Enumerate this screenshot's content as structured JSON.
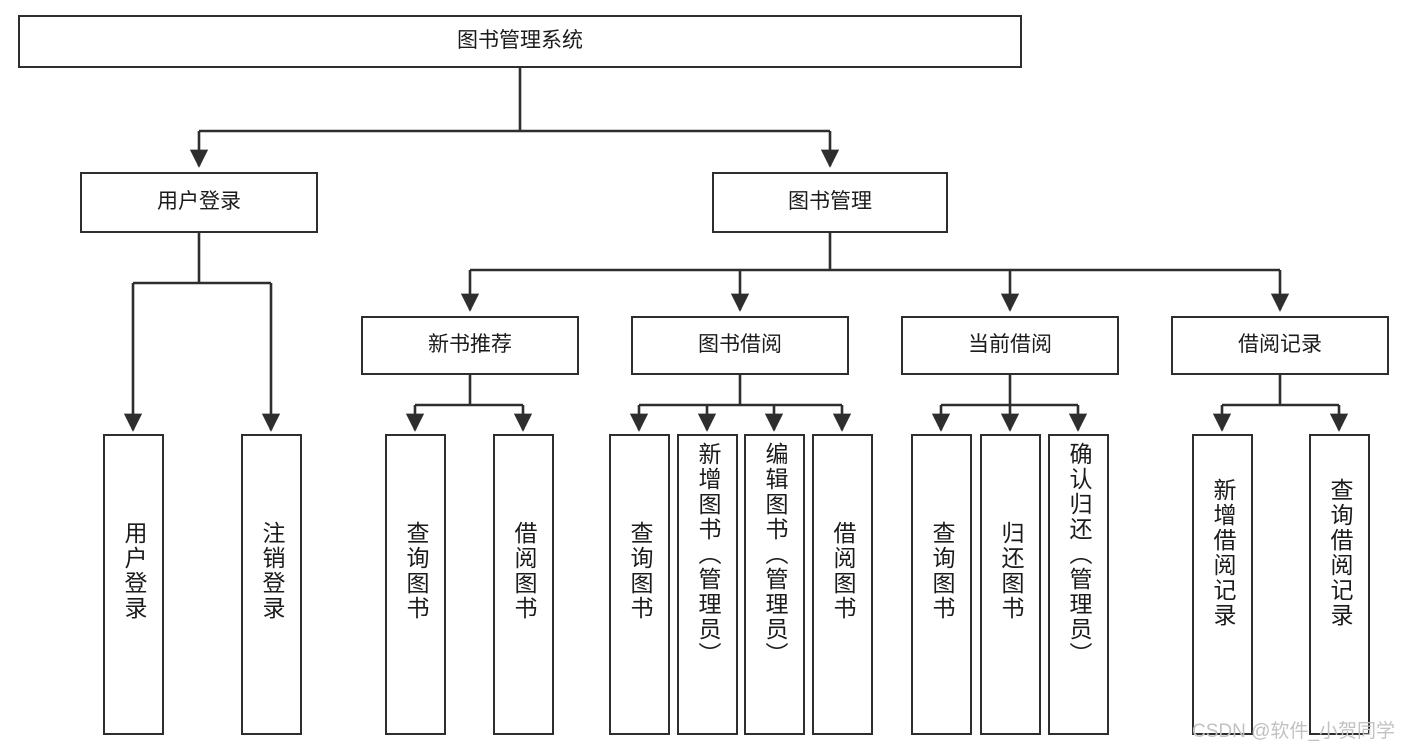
{
  "diagram": {
    "title": "图书管理系统",
    "type": "tree",
    "orientation": "top-down",
    "colors": {
      "box_border": "#2e2e2e",
      "box_fill": "#ffffff",
      "edge": "#2e2e2e",
      "text": "#1b1b1b",
      "watermark": "#c2c2c2",
      "background": "#ffffff"
    },
    "nodes": {
      "root": {
        "label": "图书管理系统"
      },
      "level2": [
        {
          "id": "user-login",
          "label": "用户登录"
        },
        {
          "id": "book-manage",
          "label": "图书管理"
        }
      ],
      "level3": [
        {
          "id": "new-book-recommend",
          "label": "新书推荐"
        },
        {
          "id": "book-borrow",
          "label": "图书借阅"
        },
        {
          "id": "current-borrow",
          "label": "当前借阅"
        },
        {
          "id": "borrow-record",
          "label": "借阅记录"
        }
      ],
      "leaves": {
        "user-login": [
          {
            "id": "leaf-user-login",
            "label": "用户登录"
          },
          {
            "id": "leaf-user-logout",
            "label": "注销登录"
          }
        ],
        "new-book-recommend": [
          {
            "id": "leaf-query-book-1",
            "label": "查询图书"
          },
          {
            "id": "leaf-borrow-book-1",
            "label": "借阅图书"
          }
        ],
        "book-borrow": [
          {
            "id": "leaf-query-book-2",
            "label": "查询图书"
          },
          {
            "id": "leaf-add-book",
            "label": "新增图书（管理员）"
          },
          {
            "id": "leaf-edit-book",
            "label": "编辑图书（管理员）"
          },
          {
            "id": "leaf-borrow-book-2",
            "label": "借阅图书"
          }
        ],
        "current-borrow": [
          {
            "id": "leaf-query-book-3",
            "label": "查询图书"
          },
          {
            "id": "leaf-return-book",
            "label": "归还图书"
          },
          {
            "id": "leaf-confirm-return",
            "label": "确认归还（管理员）"
          }
        ],
        "borrow-record": [
          {
            "id": "leaf-add-record",
            "label": "新增借阅记录"
          },
          {
            "id": "leaf-query-record",
            "label": "查询借阅记录"
          }
        ]
      }
    },
    "watermark": "CSDN @软件_小贺同学"
  }
}
